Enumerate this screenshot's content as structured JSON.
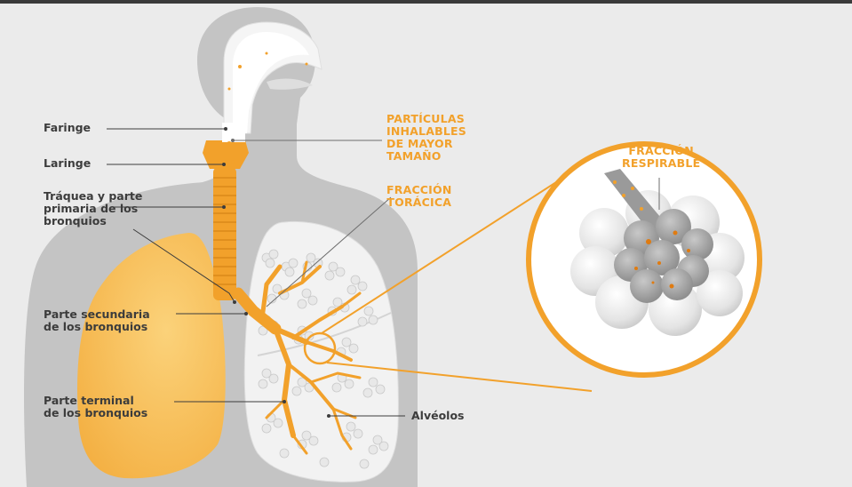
{
  "labels": {
    "faringe": "Faringe",
    "laringe": "Laringe",
    "traquea": "Tráquea y parte\nprimaria de los\nbronquios",
    "secundaria": "Parte secundaria\nde los bronquios",
    "terminal": "Parte terminal\nde los bronquios",
    "alveolos": "Alvéolos"
  },
  "callouts": {
    "particulas": "PARTÍCULAS\nINHALABLES\nDE MAYOR\nTAMAÑO",
    "toracica": "FRACCIÓN\nTORÁCICA",
    "respirable": "FRACCIÓN\nRESPIRABLE"
  },
  "colors": {
    "background": "#ebebeb",
    "silhouette": "#c3c3c3",
    "accent": "#f2a12b",
    "lung_fill": "#f8c35a",
    "text_dark": "#3c3c3c"
  }
}
